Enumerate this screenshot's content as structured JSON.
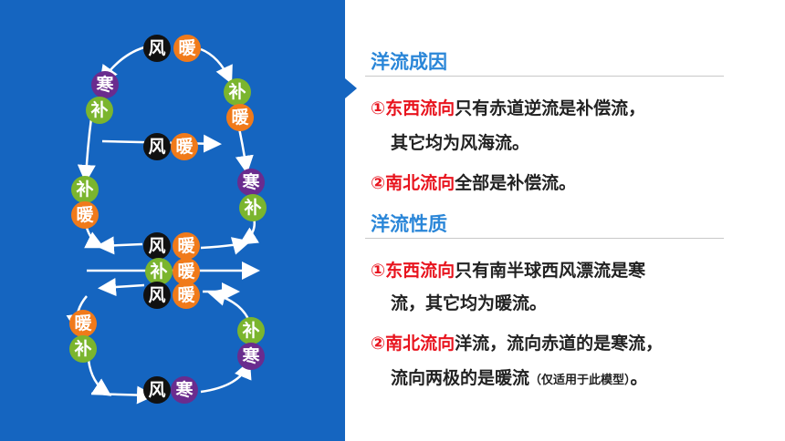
{
  "diagram": {
    "bubbles": [
      "风",
      "暖",
      "寒",
      "补",
      "补",
      "暖",
      "风",
      "暖",
      "寒",
      "补",
      "补",
      "暖",
      "风",
      "暖",
      "补",
      "暖",
      "风",
      "暖",
      "暖",
      "补",
      "补",
      "寒",
      "风",
      "寒"
    ]
  },
  "content": {
    "section1_title": "洋流成因",
    "s1_item1_num": "①",
    "s1_item1_key": "东西流向",
    "s1_item1_rest": "只有赤道逆流是补偿流，",
    "s1_item1_line2": "其它均为风海流。",
    "s1_item2_num": "②",
    "s1_item2_key": "南北流向",
    "s1_item2_rest": "全部是补偿流。",
    "section2_title": "洋流性质",
    "s2_item1_num": "①",
    "s2_item1_key": "东西流向",
    "s2_item1_rest": "只有南半球西风漂流是寒",
    "s2_item1_line2": "流，其它均为暖流。",
    "s2_item2_num": "②",
    "s2_item2_key": "南北流向",
    "s2_item2_rest": "洋流，流向赤道的是寒流，",
    "s2_item2_line2": "流向两极的是暖流",
    "s2_item2_note": "（仅适用于此模型）",
    "s2_item2_end": "。"
  }
}
